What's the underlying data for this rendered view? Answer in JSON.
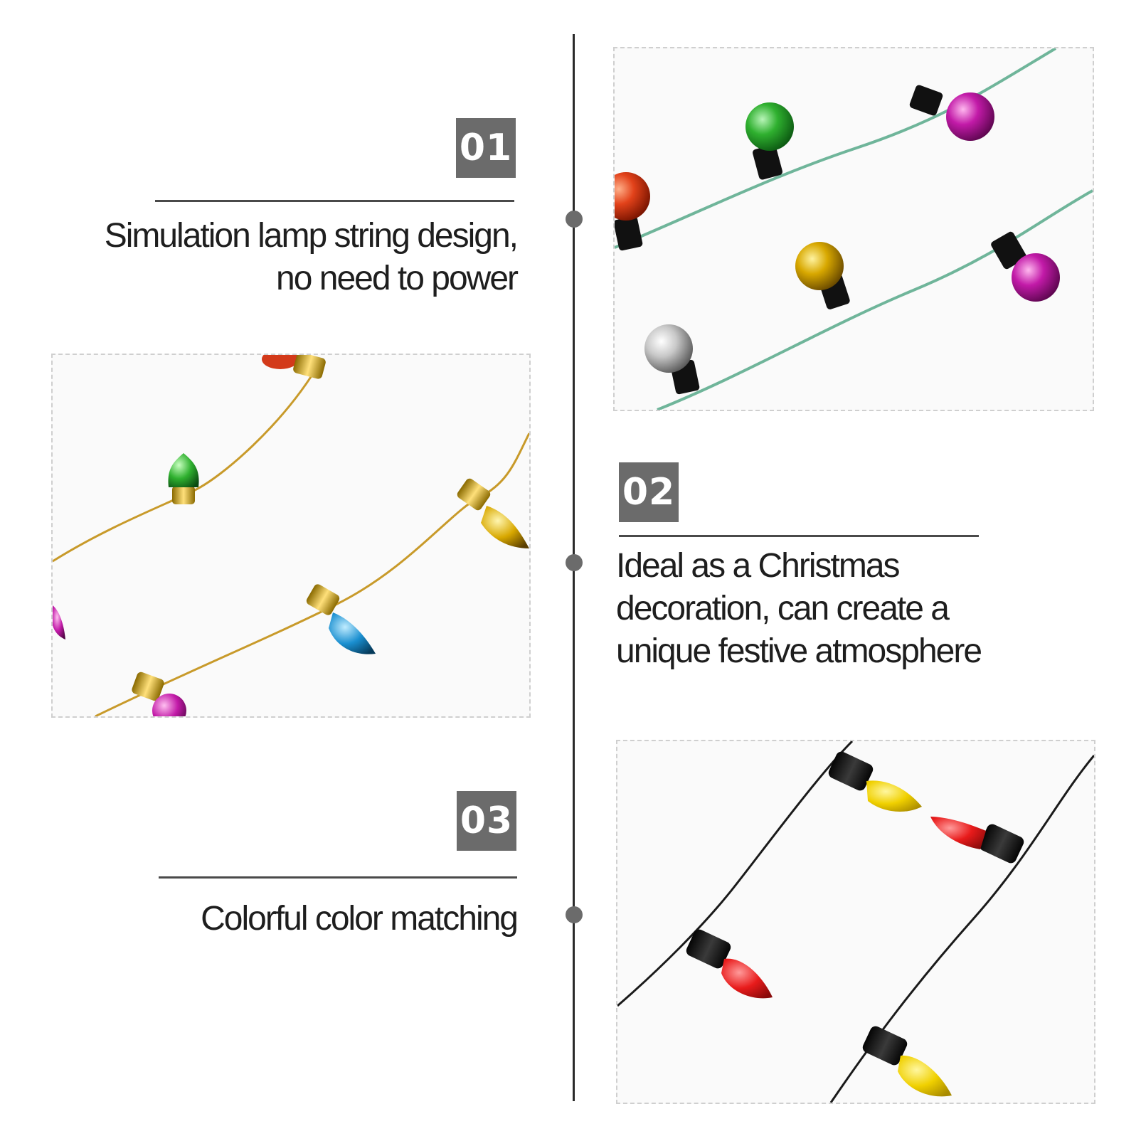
{
  "features": [
    {
      "number": "01",
      "lines": [
        "Simulation lamp string design,",
        "no need to power"
      ]
    },
    {
      "number": "02",
      "lines": [
        "Ideal as a Christmas",
        "decoration, can create a",
        "unique festive atmosphere"
      ]
    },
    {
      "number": "03",
      "lines": [
        "Colorful color matching"
      ]
    }
  ],
  "colors": {
    "badge": "#6b6b6b",
    "timeline": "#2a2a2a",
    "bulb_green": "#2fb02f",
    "bulb_magenta": "#c21aa8",
    "bulb_gold": "#d8a800",
    "bulb_red": "#e81b1b",
    "bulb_yellow": "#f0d000",
    "bulb_blue": "#1a8fd0",
    "bulb_silver": "#c8c8c8",
    "wire_green": "#6fb59a",
    "wire_gold": "#c89a2a",
    "wire_black": "#1a1a1a"
  }
}
